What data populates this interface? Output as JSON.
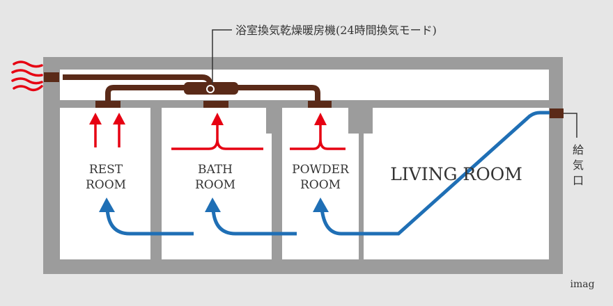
{
  "labels": {
    "unit_name": "浴室換気乾燥暖房機(24時間換気モード)",
    "supply_air": [
      "給",
      "気",
      "口"
    ],
    "watermark": "imag"
  },
  "rooms": [
    {
      "id": "rest",
      "lines": [
        "REST",
        "ROOM"
      ]
    },
    {
      "id": "bath",
      "lines": [
        "BATH",
        "ROOM"
      ]
    },
    {
      "id": "powder",
      "lines": [
        "POWDER",
        "ROOM"
      ]
    },
    {
      "id": "living",
      "lines": [
        "LIVING ROOM"
      ]
    }
  ],
  "colors": {
    "background": "#e6e6e6",
    "wall": "#9c9c9c",
    "room": "#ffffff",
    "duct": "#5a2a18",
    "exhaust_arrow": "#e60012",
    "fresh_air": "#1f6fb5",
    "text": "#333333"
  }
}
